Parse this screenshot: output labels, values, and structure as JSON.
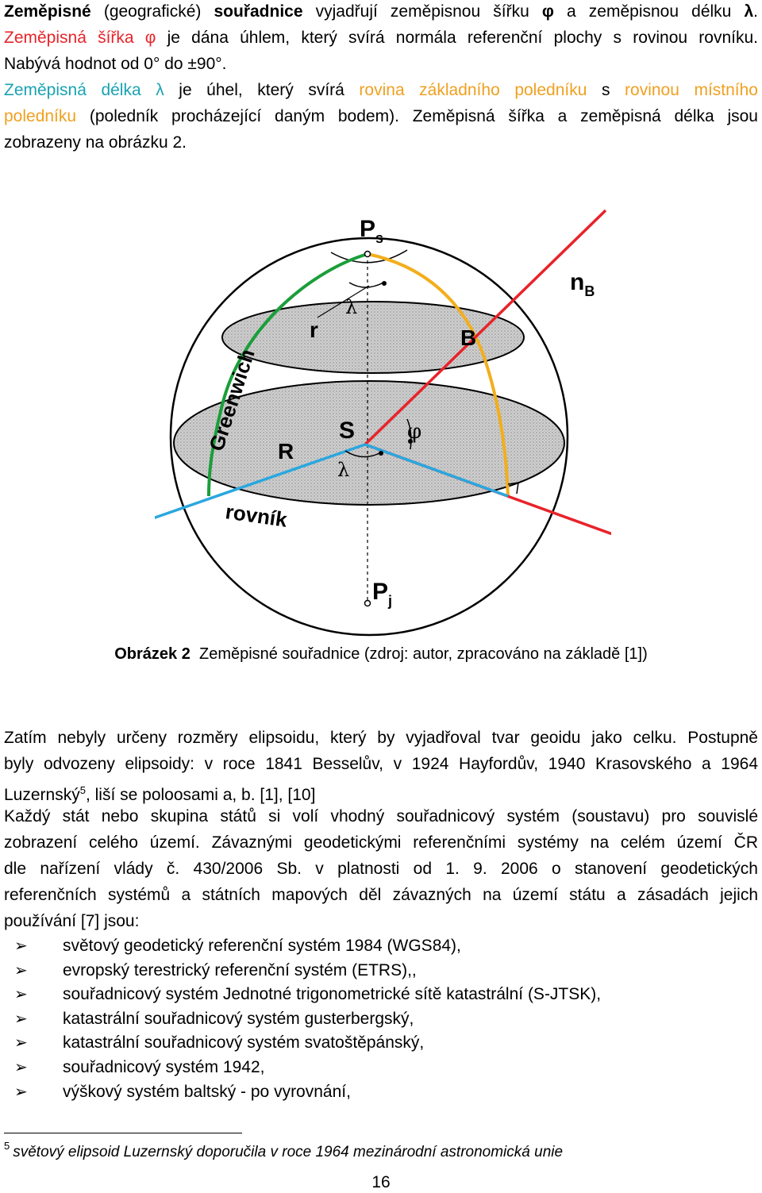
{
  "intro": {
    "l1_b1": "Zeměpisné",
    "l1_t1": " (geografické) ",
    "l1_b2": "souřadnice",
    "l1_t2": " vyjadřují zeměpisnou šířku ",
    "l1_phi": "φ",
    "l1_t3": " a zeměpisnou délku ",
    "l1_lambda": "λ",
    "l1_t4": ".",
    "l2_red": "Zeměpisná šířka φ",
    "l2_t": " je dána úhlem, který svírá normála referenční plochy s rovinou rovníku.",
    "l3_t": "Nabývá hodnot od 0° do ±90°.",
    "l4_teal": "Zeměpisná délka λ",
    "l4_t1": " je úhel, který svírá ",
    "l4_orange1": "rovina základního poledníku",
    "l4_t2": " s ",
    "l4_orange2": "rovinou místního",
    "l5_orange": "poledníku",
    "l5_t1": " (poledník procházející daným bodem). ",
    "l5_t2": "Zeměpisná šířka a zeměpisná délka jsou",
    "l6_t": "zobrazeny na obrázku 2."
  },
  "figure": {
    "labels": {
      "ps": "P",
      "ps_sub": "s",
      "pj": "P",
      "pj_sub": "j",
      "nb": "n",
      "nb_sub": "B",
      "b": "B",
      "s": "S",
      "r_small": "r",
      "r_big": "R",
      "lambda_top": "λ",
      "lambda_bottom": "λ",
      "phi": "φ",
      "greenwich": "Greenwich",
      "rovnik": "rovník"
    },
    "colors": {
      "green": "#1a9e3a",
      "orange": "#f2ae1c",
      "red": "#e8232a",
      "blue": "#2aa7df",
      "plane": "#c8c8c8"
    }
  },
  "caption": {
    "label": "Obrázek 2",
    "text": "Zeměpisné souřadnice (zdroj: autor, zpracováno na základě [1])"
  },
  "para2": {
    "l1": "Zatím nebyly určeny rozměry elipsoidu, který by vyjadřoval tvar geoidu jako celku. Postupně",
    "l2": "byly odvozeny elipsoidy: v roce 1841 Besselův, v 1924 Hayfordův, 1940 Krasovského a 1964",
    "l3a": "Luzernský",
    "l3_sup": "5",
    "l3b": ", liší se poloosami a, b. [1], [10]"
  },
  "para3": {
    "l1": "Každý stát nebo skupina států si volí vhodný souřadnicový systém (soustavu) pro souvislé",
    "l2": "zobrazení celého území. Závaznými geodetickými referenčními systémy na celém území ČR",
    "l3": "dle nařízení vlády č. 430/2006 Sb. v platnosti od 1. 9. 2006 o stanovení geodetických",
    "l4": "referenčních systémů a státních mapových děl závazných na území státu a zásadách jejich",
    "l5": "používání [7] jsou:"
  },
  "bullets": [
    "světový geodetický referenční systém 1984 (WGS84),",
    "evropský terestrický referenční systém (ETRS),,",
    "souřadnicový systém Jednotné trigonometrické sítě katastrální (S-JTSK),",
    "katastrální souřadnicový systém gusterbergský,",
    "katastrální souřadnicový systém svatoštěpánský,",
    "souřadnicový systém 1942,",
    "výškový systém baltský - po vyrovnání,"
  ],
  "bullet_icon": "arrowhead-bullet-icon",
  "bullet_glyph": "➢",
  "footnote": {
    "mark": "5",
    "text": "světový elipsoid Luzernský doporučila v roce 1964 mezinárodní astronomická unie"
  },
  "page_number": "16"
}
